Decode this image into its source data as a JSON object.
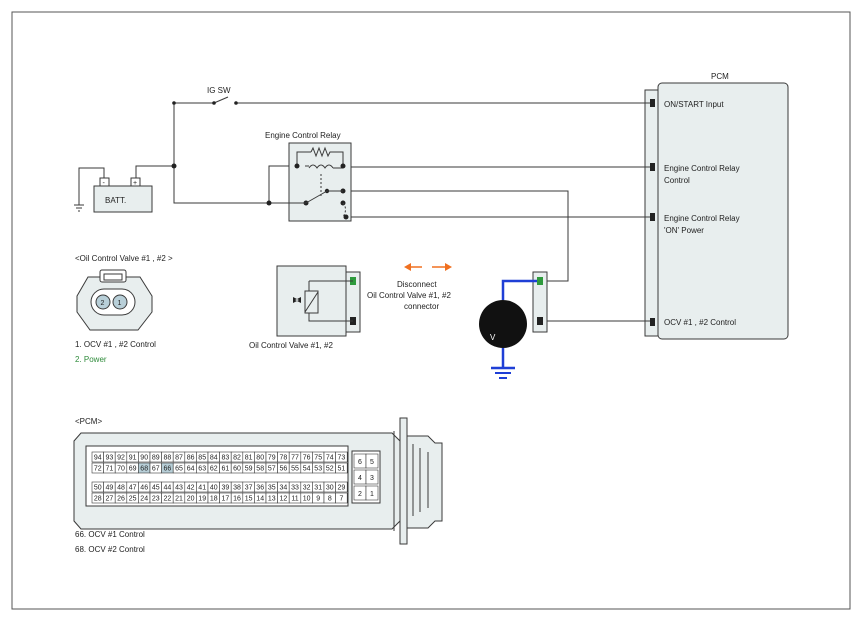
{
  "colors": {
    "wire": "#3a3a3a",
    "probe_wire": "#1f3fd6",
    "arrow": "#f07020",
    "power_text": "#2e8b3a",
    "box_fill": "#e8eeee",
    "pin_highlight": "#b8cfd8"
  },
  "ig_sw": {
    "label": "IG SW"
  },
  "battery": {
    "label": "BATT.",
    "neg": "-",
    "pos": "+"
  },
  "relay": {
    "title": "Engine Control Relay"
  },
  "pcm_box": {
    "title": "PCM",
    "terminals": [
      {
        "label": "ON/START Input"
      },
      {
        "label": "Engine Control Relay",
        "label2": "Control"
      },
      {
        "label": "Engine Control Relay",
        "label2": "'ON' Power"
      },
      {
        "label": "OCV #1      , #2    Control"
      }
    ]
  },
  "ocv_connector": {
    "title": "<Oil Control Valve #1               , #2   >",
    "pins": [
      "2",
      "1"
    ],
    "legend": [
      "1. OCV #1       , #2    Control",
      "2. Power"
    ]
  },
  "ocv_component": {
    "label": "Oil Control Valve #1, #2"
  },
  "disconnect_note": {
    "lines": [
      "Disconnect",
      "Oil Control Valve #1, #2",
      "connector"
    ]
  },
  "voltmeter": {
    "label": "V"
  },
  "pcm_connector": {
    "title": "<PCM>",
    "rows": [
      [
        "94",
        "93",
        "92",
        "91",
        "90",
        "89",
        "88",
        "87",
        "86",
        "85",
        "84",
        "83",
        "82",
        "81",
        "80",
        "79",
        "78",
        "77",
        "76",
        "75",
        "74",
        "73"
      ],
      [
        "72",
        "71",
        "70",
        "69",
        "68",
        "67",
        "66",
        "65",
        "64",
        "63",
        "62",
        "61",
        "60",
        "59",
        "58",
        "57",
        "56",
        "55",
        "54",
        "53",
        "52",
        "51"
      ],
      [
        "50",
        "49",
        "48",
        "47",
        "46",
        "45",
        "44",
        "43",
        "42",
        "41",
        "40",
        "39",
        "38",
        "37",
        "36",
        "35",
        "34",
        "33",
        "32",
        "31",
        "30",
        "29"
      ],
      [
        "28",
        "27",
        "26",
        "25",
        "24",
        "23",
        "22",
        "21",
        "20",
        "19",
        "18",
        "17",
        "16",
        "15",
        "14",
        "13",
        "12",
        "11",
        "10",
        "9",
        "8",
        "7"
      ]
    ],
    "highlighted": [
      "68",
      "66"
    ],
    "side_pins": [
      [
        "6",
        "5"
      ],
      [
        "4",
        "3"
      ],
      [
        "2",
        "1"
      ]
    ],
    "legend": [
      "66.   OCV #1 Control",
      "68.   OCV #2 Control"
    ]
  }
}
